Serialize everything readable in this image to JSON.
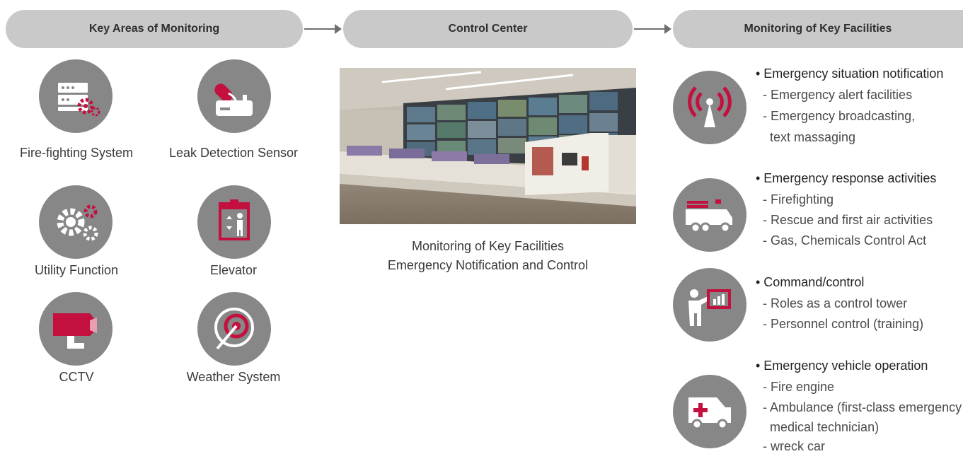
{
  "headers": {
    "left": "Key Areas of Monitoring",
    "center": "Control Center",
    "right": "Monitoring of Key Facilities"
  },
  "areas": [
    {
      "label": "Fire-fighting System",
      "icon": "server-gears-icon"
    },
    {
      "label": "Leak Detection Sensor",
      "icon": "leak-sensor-icon"
    },
    {
      "label": "Utility Function",
      "icon": "gears-icon"
    },
    {
      "label": "Elevator",
      "icon": "elevator-icon"
    },
    {
      "label": "CCTV",
      "icon": "cctv-camera-icon"
    },
    {
      "label": "Weather System",
      "icon": "radar-icon"
    }
  ],
  "center": {
    "caption_line1": "Monitoring of Key Facilities",
    "caption_line2": "Emergency Notification and Control"
  },
  "facilities": [
    {
      "title": "• Emergency situation notification",
      "items": [
        "- Emergency alert facilities",
        "- Emergency broadcasting,",
        "  text massaging"
      ],
      "icon": "broadcast-antenna-icon"
    },
    {
      "title": "• Emergency response activities",
      "items": [
        "- Firefighting",
        "- Rescue and first air activities",
        "- Gas, Chemicals Control Act"
      ],
      "icon": "fire-truck-icon"
    },
    {
      "title": "• Command/control",
      "items": [
        "- Roles as a control tower",
        "- Personnel control (training)"
      ],
      "icon": "presenter-chart-icon"
    },
    {
      "title": "• Emergency vehicle operation",
      "items": [
        "- Fire engine",
        "- Ambulance (first-class emergency",
        "  medical technician)",
        "- wreck car"
      ],
      "icon": "ambulance-icon"
    }
  ],
  "colors": {
    "accent": "#c3103f",
    "circle": "#878787",
    "pill": "#c9c9c9",
    "arrow": "#6f6f6f"
  }
}
